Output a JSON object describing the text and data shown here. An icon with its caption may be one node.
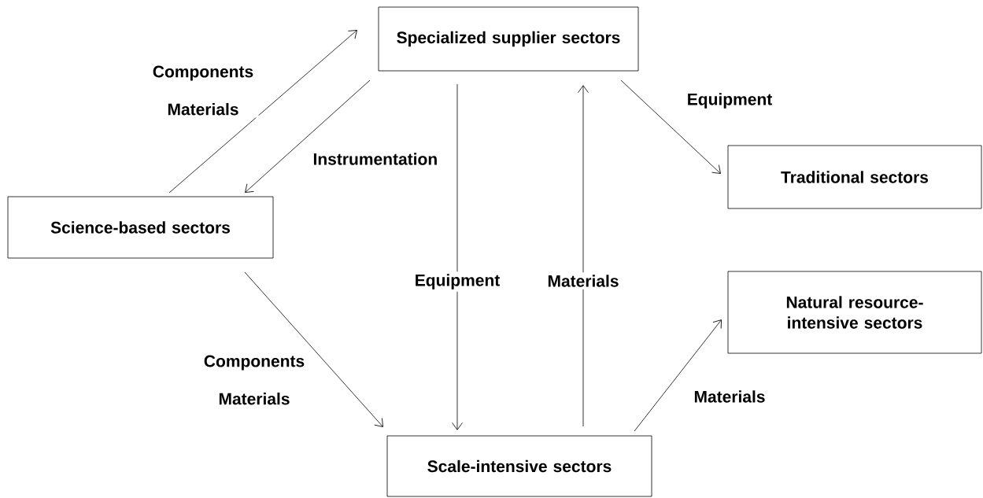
{
  "diagram": {
    "nodes": [
      {
        "text": [
          "Specialized supplier sectors"
        ]
      },
      {
        "text": [
          "Science-based sectors"
        ]
      },
      {
        "text": [
          "Traditional sectors"
        ]
      },
      {
        "text": [
          "Natural resource-intensive sectors"
        ]
      },
      {
        "text": [
          "Scale-intensive sectors"
        ]
      }
    ],
    "edges": [
      {
        "from": 1,
        "to": 0,
        "arrow": "to",
        "label": "Components Materials"
      },
      {
        "from": 0,
        "to": 1,
        "arrow": "to",
        "label": "Instrumentation"
      },
      {
        "from": 0,
        "to": 2,
        "arrow": "to",
        "label": "Equipment"
      },
      {
        "from": 0,
        "to": 4,
        "arrow": "to",
        "label": "Equipment"
      },
      {
        "from": 4,
        "to": 0,
        "arrow": "to",
        "label": "Materials"
      },
      {
        "from": 1,
        "to": 4,
        "arrow": "to",
        "label": "Components Materials"
      },
      {
        "from": 4,
        "to": 3,
        "arrow": "to",
        "label": "Materials"
      }
    ]
  }
}
